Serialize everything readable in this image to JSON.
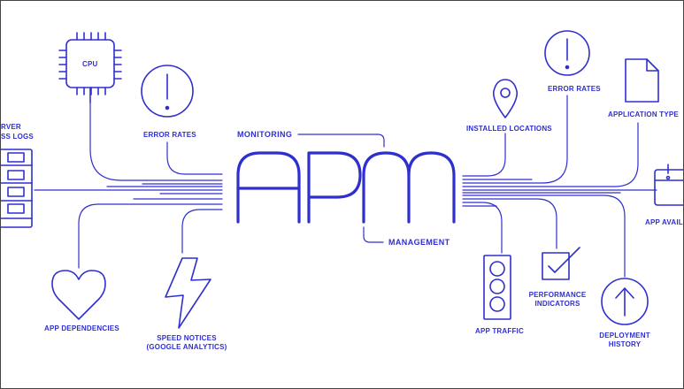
{
  "diagram": {
    "title": "APM",
    "monitoring": "MONITORING",
    "management": "MANAGEMENT"
  },
  "items": {
    "cpu": "CPU",
    "server_logs_line1": "RVER",
    "server_logs_line2": "SS LOGS",
    "error_rates_left": "ERROR RATES",
    "app_dependencies": "APP DEPENDENCIES",
    "speed_notices_line1": "SPEED NOTICES",
    "speed_notices_line2": "(GOOGLE ANALYTICS)",
    "installed_locations": "INSTALLED LOCATIONS",
    "error_rates_right": "ERROR RATES",
    "application_type": "APPLICATION TYPE",
    "app_avail": "APP AVAIL",
    "app_traffic": "APP TRAFFIC",
    "performance_line1": "PERFORMANCE",
    "performance_line2": "INDICATORS",
    "deployment_line1": "DEPLOYMENT",
    "deployment_line2": "HISTORY"
  },
  "colors": {
    "line": "#2f2fd0",
    "background": "#ffffff",
    "border": "#444444"
  },
  "icons": [
    "cpu-chip-icon",
    "server-rack-icon",
    "exclamation-circle-icon",
    "heart-icon",
    "lightning-bolt-icon",
    "map-pin-icon",
    "document-icon",
    "calendar-icon",
    "traffic-light-icon",
    "checkbox-icon",
    "up-arrow-circle-icon"
  ]
}
